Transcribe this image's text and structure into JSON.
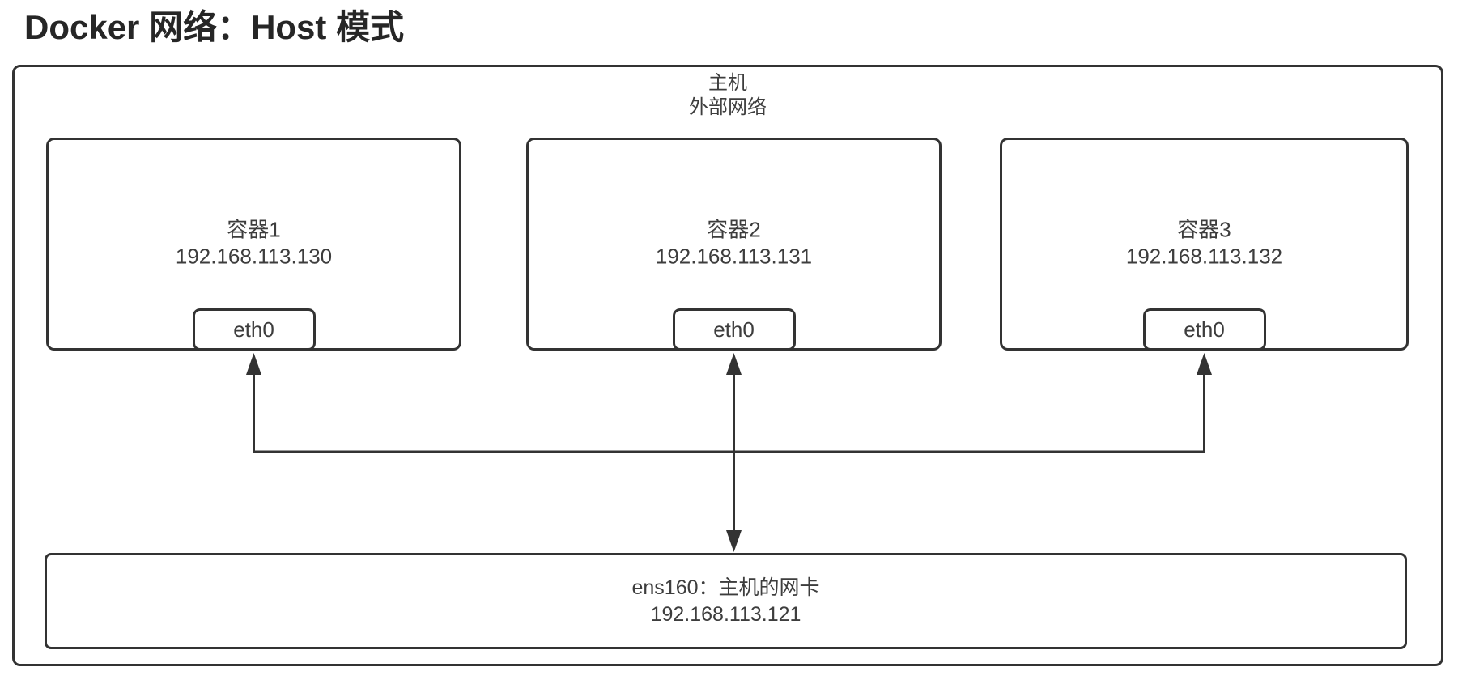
{
  "title": "Docker 网络：Host 模式",
  "host": {
    "label_line1": "主机",
    "label_line2": "外部网络"
  },
  "containers": [
    {
      "name": "容器1",
      "ip": "192.168.113.130",
      "interface": "eth0"
    },
    {
      "name": "容器2",
      "ip": "192.168.113.131",
      "interface": "eth0"
    },
    {
      "name": "容器3",
      "ip": "192.168.113.132",
      "interface": "eth0"
    }
  ],
  "nic": {
    "label": "ens160：主机的网卡",
    "ip": "192.168.113.121"
  },
  "colors": {
    "stroke": "#333333",
    "text": "#3d3d3d",
    "title": "#262626",
    "background": "#ffffff"
  }
}
